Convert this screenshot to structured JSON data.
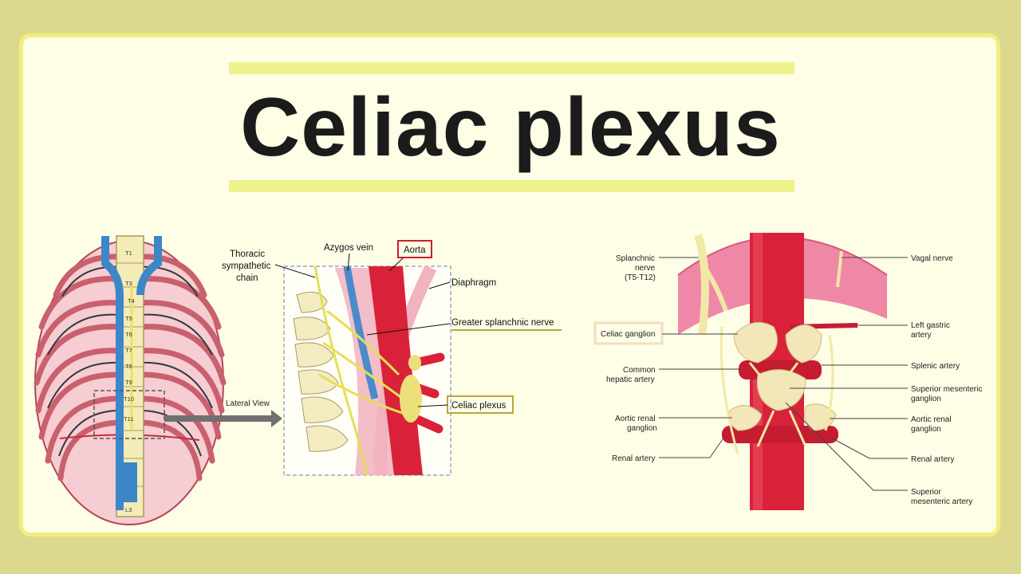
{
  "title": "Celiac plexus",
  "spine": {
    "vertebrae": [
      "T1",
      "T3",
      "T4",
      "T5",
      "T6",
      "T7",
      "T8",
      "T9",
      "T10",
      "T11",
      "L3"
    ],
    "view_label": "Lateral View"
  },
  "lateral": {
    "thoracic_chain": [
      "Thoracic",
      "sympathetic",
      "chain"
    ],
    "azygos": "Azygos vein",
    "aorta": "Aorta",
    "diaphragm": "Diaphragm",
    "splanchnic": "Greater splanchnic nerve",
    "plexus": "Celiac plexus"
  },
  "anterior": {
    "splanchnic_nerve": [
      "Splanchnic",
      "nerve",
      "(T5-T12)"
    ],
    "vagal_nerve": "Vagal nerve",
    "celiac_ganglion": "Celiac ganglion",
    "left_gastric": [
      "Left gastric",
      "artery"
    ],
    "common_hepatic": [
      "Common",
      "hepatic artery"
    ],
    "splenic": "Splenic artery",
    "sup_mes_ganglion": [
      "Superior mesenteric",
      "ganglion"
    ],
    "aortic_renal_left": [
      "Aortic renal",
      "ganglion"
    ],
    "aortic_renal_right": [
      "Aortic renal",
      "ganglion"
    ],
    "renal_left": "Renal artery",
    "renal_right": "Renal artery",
    "sup_mes_artery": [
      "Superior",
      "mesenteric artery"
    ]
  },
  "colors": {
    "background": "#dcd98e",
    "card": "#fefde6",
    "aorta": "#d9223a",
    "nerve": "#f2e8a6",
    "vein": "#4a8bc9",
    "aorta_box": "#c8202c",
    "plexus_box": "#b8a738",
    "ganglion_box": "#f1dfc0"
  }
}
